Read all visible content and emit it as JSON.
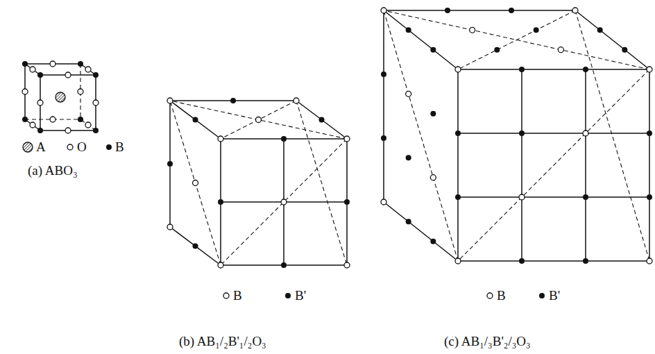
{
  "diagram": {
    "labels": [
      "(a) ABO₃",
      "(b) AB₁/₂B'₁/₂O₃",
      "(c) AB₁/₃B'₂/₃O₃"
    ],
    "legend": [
      {
        "text": "A"
      },
      {
        "text": "O"
      },
      {
        "text": "B"
      },
      {
        "text": "B"
      },
      {
        "text": "B'"
      },
      {
        "text": "B"
      },
      {
        "text": "B'"
      }
    ]
  }
}
